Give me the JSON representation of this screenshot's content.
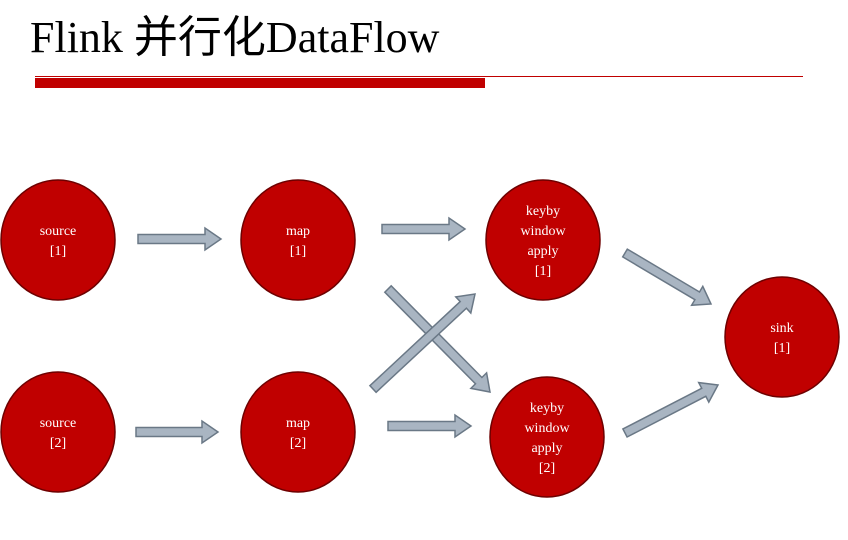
{
  "title": "Flink 并行化DataFlow",
  "colors": {
    "accent": "#c00000",
    "node_fill": "#c00000",
    "node_stroke": "#6e0000",
    "arrow_fill": "#a9b5c2",
    "arrow_stroke": "#6a7886"
  },
  "nodes": [
    {
      "id": "source-1",
      "lines": [
        "source",
        "[1]"
      ]
    },
    {
      "id": "source-2",
      "lines": [
        "source",
        "[2]"
      ]
    },
    {
      "id": "map-1",
      "lines": [
        "map",
        "[1]"
      ]
    },
    {
      "id": "map-2",
      "lines": [
        "map",
        "[2]"
      ]
    },
    {
      "id": "keyby-1",
      "lines": [
        "keyby",
        "window",
        "apply",
        "[1]"
      ]
    },
    {
      "id": "keyby-2",
      "lines": [
        "keyby",
        "window",
        "apply",
        "[2]"
      ]
    },
    {
      "id": "sink-1",
      "lines": [
        "sink",
        "[1]"
      ]
    }
  ],
  "edges": [
    {
      "from": "source-1",
      "to": "map-1"
    },
    {
      "from": "source-2",
      "to": "map-2"
    },
    {
      "from": "map-1",
      "to": "keyby-1"
    },
    {
      "from": "map-1",
      "to": "keyby-2"
    },
    {
      "from": "map-2",
      "to": "keyby-1"
    },
    {
      "from": "map-2",
      "to": "keyby-2"
    },
    {
      "from": "keyby-1",
      "to": "sink-1"
    },
    {
      "from": "keyby-2",
      "to": "sink-1"
    }
  ]
}
